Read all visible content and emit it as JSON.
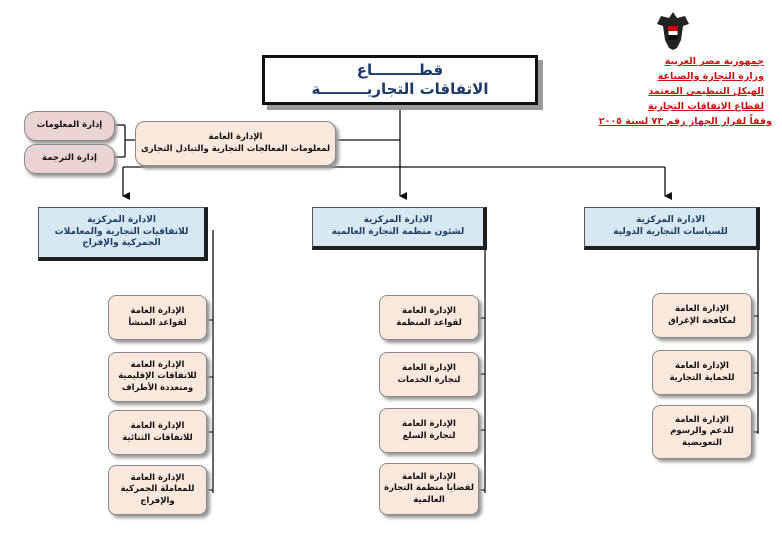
{
  "header": {
    "lines": [
      "جمهورية مصر العربية",
      "وزارة التجارة والصناعة",
      "الهيكل التنظيمي المعتمد",
      "لقطاع الاتفاقات التجارية",
      "وفقاً لقرار الجهاز رقم ٧٣ لسنة ٢٠٠٥"
    ],
    "emblem": "egyptian-eagle-emblem"
  },
  "title": {
    "line1": "قطـــــــــاع",
    "line2": "الاتفاقات التجاريـــــــــة"
  },
  "info_admin": {
    "line1": "الإدارة العامة",
    "line2": "لمعلومات المعالجات التجارية والتبادل التجارى"
  },
  "side_units": [
    "إدارة المعلومات",
    "إدارة الترجمة"
  ],
  "central": [
    {
      "name": "الادارة المركزية للاتفاقيات التجارية والمعاملات الجمركية والإفراج",
      "line1": "الادارة المركزية",
      "line2": "للاتفاقيات التجارية والمعاملات",
      "line3": "الجمركية والإفراج",
      "children": [
        {
          "l1": "الإدارة العامة",
          "l2": "لقواعد المنشأ",
          "l3": ""
        },
        {
          "l1": "الإدارة العامة",
          "l2": "للاتفاقات الإقليمية",
          "l3": "ومتعددة الأطراف"
        },
        {
          "l1": "الإدارة العامة",
          "l2": "للاتفاقات الثنائية",
          "l3": ""
        },
        {
          "l1": "الإدارة العامة",
          "l2": "للمعاملة الجمركية",
          "l3": "والإفراج"
        }
      ]
    },
    {
      "line1": "الادارة المركزية",
      "line2": "لشئون منظمة التجارة العالمية",
      "line3": "",
      "children": [
        {
          "l1": "الإدارة العامة",
          "l2": "لقواعد المنظمة",
          "l3": ""
        },
        {
          "l1": "الإدارة العامة",
          "l2": "لتجارة الخدمات",
          "l3": ""
        },
        {
          "l1": "الإدارة العامة",
          "l2": "لتجارة السلع",
          "l3": ""
        },
        {
          "l1": "الإدارة العامة",
          "l2": "لقضايا منظمة التجارة",
          "l3": "العالمية"
        }
      ]
    },
    {
      "line1": "الادارة المركزية",
      "line2": "للسياسات التجارية الدولية",
      "line3": "",
      "children": [
        {
          "l1": "الإدارة العامة",
          "l2": "لمكافحة الإغراق",
          "l3": ""
        },
        {
          "l1": "الإدارة العامة",
          "l2": "للحماية التجارية",
          "l3": ""
        },
        {
          "l1": "الإدارة العامة",
          "l2": "للدعم والرسوم",
          "l3": "التعويضية"
        }
      ]
    }
  ]
}
